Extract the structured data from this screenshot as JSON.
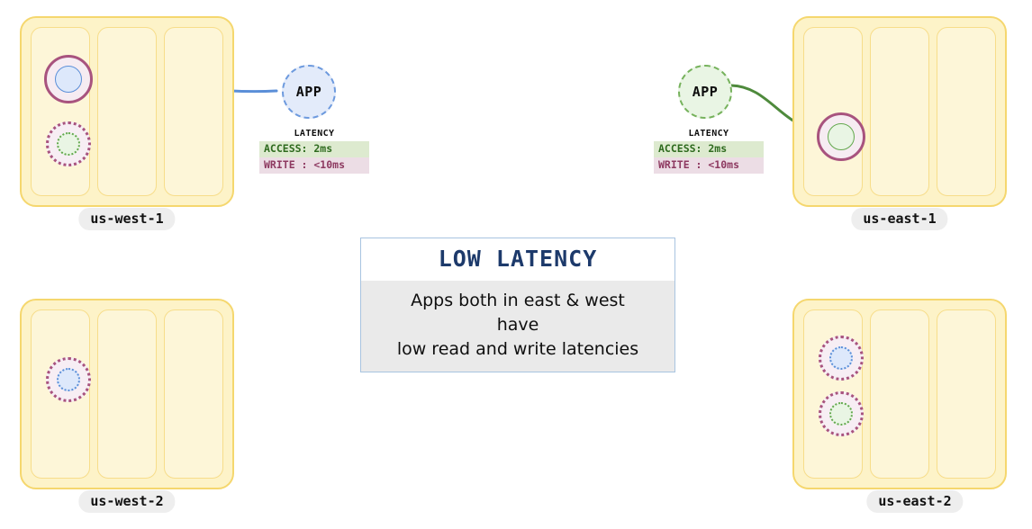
{
  "regions": [
    {
      "id": "us-west-1",
      "label": "us-west-1",
      "columns": 3,
      "nodes": [
        {
          "name": "primary-replica-node",
          "style": "solid-purple-ring",
          "inner": "solid-blue"
        },
        {
          "name": "secondary-replica-node",
          "style": "dotted-purple-ring",
          "inner": "dotted-green"
        }
      ]
    },
    {
      "id": "us-east-1",
      "label": "us-east-1",
      "columns": 3,
      "nodes": [
        {
          "name": "primary-replica-node",
          "style": "solid-purple-ring",
          "inner": "solid-green"
        }
      ]
    },
    {
      "id": "us-west-2",
      "label": "us-west-2",
      "columns": 3,
      "nodes": [
        {
          "name": "secondary-replica-node",
          "style": "dotted-purple-ring",
          "inner": "dotted-blue"
        }
      ]
    },
    {
      "id": "us-east-2",
      "label": "us-east-2",
      "columns": 3,
      "nodes": [
        {
          "name": "secondary-replica-node-blue",
          "style": "dotted-purple-ring",
          "inner": "dotted-blue"
        },
        {
          "name": "secondary-replica-node-green",
          "style": "dotted-purple-ring",
          "inner": "dotted-green"
        }
      ]
    }
  ],
  "apps": {
    "west": {
      "label": "APP",
      "accent": "#6d9ade",
      "latency": {
        "title": "LATENCY",
        "access": "ACCESS: 2ms",
        "write": "WRITE : <10ms"
      }
    },
    "east": {
      "label": "APP",
      "accent": "#76b25c",
      "latency": {
        "title": "LATENCY",
        "access": "ACCESS: 2ms",
        "write": "WRITE : <10ms"
      }
    }
  },
  "info_box": {
    "title": "LOW LATENCY",
    "line1": "Apps both in east & west",
    "line2": "have",
    "line3": "low read and write latencies",
    "title_color": "#1d3a6b",
    "border_color": "#a8c4e0",
    "body_bg": "#eaeaea"
  }
}
